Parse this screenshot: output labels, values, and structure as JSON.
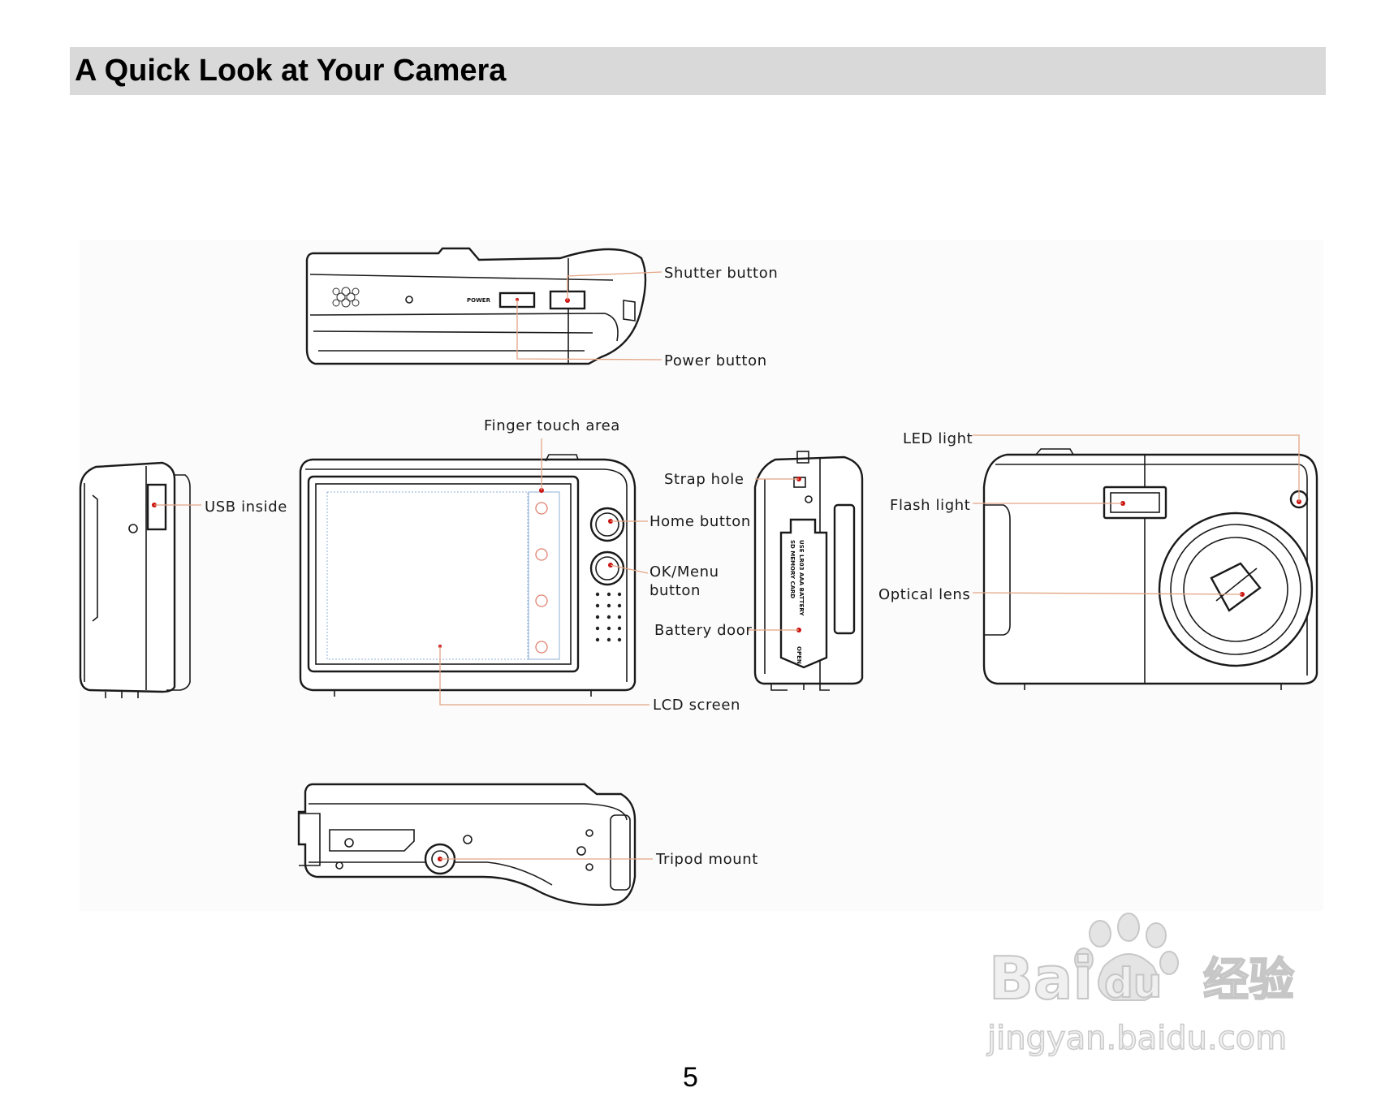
{
  "page": {
    "title": "A Quick Look at Your Camera",
    "page_number": "5"
  },
  "labels": {
    "shutter_button": "Shutter button",
    "power_button": "Power button",
    "finger_touch_area": "Finger touch area",
    "usb_inside": "USB inside",
    "strap_hole": "Strap hole",
    "home_button": "Home button",
    "ok_menu_line1": "OK/Menu",
    "ok_menu_line2": "button",
    "battery_door": "Battery door",
    "lcd_screen": "LCD screen",
    "led_light": "LED light",
    "flash_light": "Flash light",
    "optical_lens": "Optical lens",
    "tripod_mount": "Tripod mount"
  },
  "device_markings": {
    "power": "POWER",
    "battery_line1": "USE LR03 AAA BATTERY",
    "battery_line2": "SD MEMORY CARD",
    "open": "OPEN"
  },
  "watermark": {
    "brand": "Bai du 经验",
    "url": "jingyan.baidu.com"
  },
  "colors": {
    "title_bar_bg": "#d9d9d9",
    "leader_line": "#e3a585",
    "marker_dot": "#cc1111",
    "outline": "#1a1a1a"
  }
}
